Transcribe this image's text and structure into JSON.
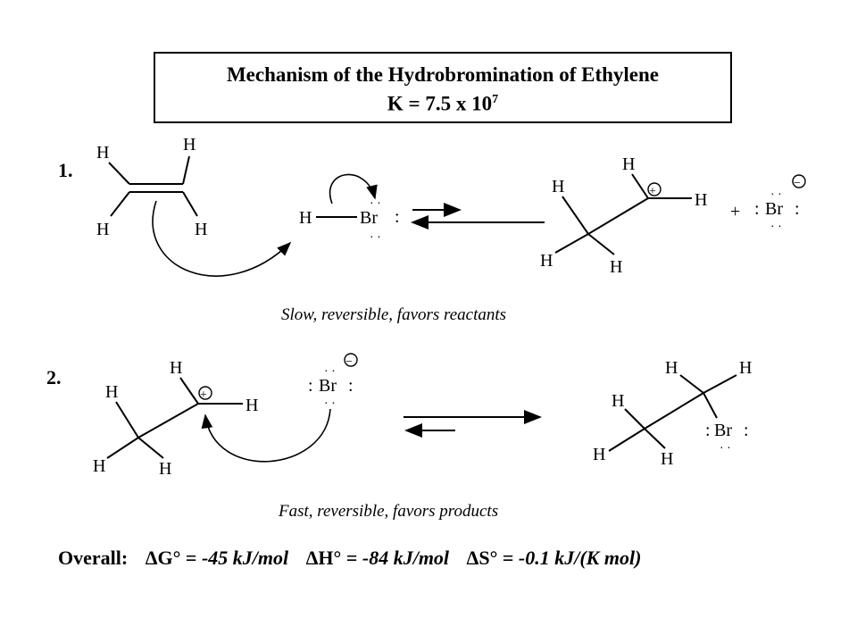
{
  "title": {
    "line1": "Mechanism of the Hydrobromination of Ethylene",
    "k_prefix": "K = 7.5 x 10",
    "k_exponent": "7"
  },
  "step1": {
    "number": "1.",
    "caption": "Slow, reversible, favors reactants",
    "atom_h": "H",
    "atom_br": "Br",
    "plus": "+",
    "lone_pair": ":",
    "lone_pair_h": "· ·",
    "minus_sign": "−",
    "plus_sign": "+"
  },
  "step2": {
    "number": "2.",
    "caption": "Fast, reversible, favors products",
    "atom_h": "H",
    "atom_br": "Br"
  },
  "overall": {
    "label": "Overall:",
    "dg_symbol": "ΔG° =",
    "dg_value": "-45 kJ/mol",
    "dh_symbol": "ΔH° =",
    "dh_value": "-84 kJ/mol",
    "ds_symbol": "ΔS° =",
    "ds_value": "-0.1 kJ/(K mol)"
  }
}
